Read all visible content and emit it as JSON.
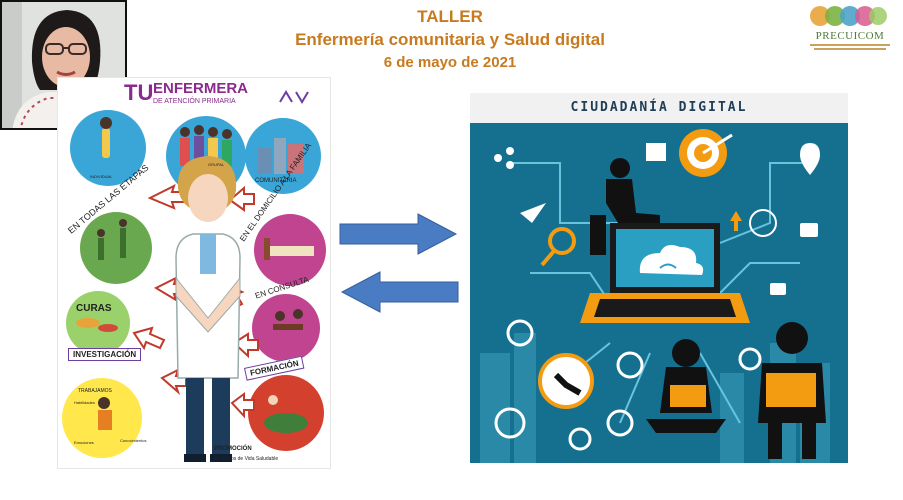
{
  "header": {
    "line1": "TALLER",
    "line2": "Enfermería comunitaria y Salud digital",
    "line3": "6 de mayo de 2021"
  },
  "logo": {
    "name": "PRECUICOM",
    "colors": [
      "#e8a43a",
      "#7cb342",
      "#4ea3c8",
      "#d95a8e"
    ]
  },
  "left_poster": {
    "title_prefix": "TU",
    "title_main": "ENFERMERA",
    "title_sub": "DE ATENCIÓN PRIMARIA",
    "labels": {
      "individual": "INDIVIDUAL",
      "grupal": "GRUPAL",
      "comunitaria": "COMUNITARIA",
      "etapas": "EN TODAS LAS ETAPAS",
      "domicilio": "EN EL DOMICILIO A LA FAMILIA",
      "curas": "CURAS",
      "consulta": "EN CONSULTA",
      "investigacion": "INVESTIGACIÓN",
      "formacion": "FORMACIÓN",
      "trabajamos": "TRABAJAMOS",
      "habilidades": "Habilidades",
      "emociones": "Emociones",
      "conocimientos": "Conocimientos",
      "promocion": "PROMOCIÓN",
      "estilos": "En Estilos de Vida Saludable"
    }
  },
  "right_poster": {
    "title": "CIUDADANÍA  DIGITAL"
  },
  "colors": {
    "title_orange": "#c87a1e",
    "arrow_blue": "#4a7cc4",
    "digital_bg": "#15708f"
  }
}
